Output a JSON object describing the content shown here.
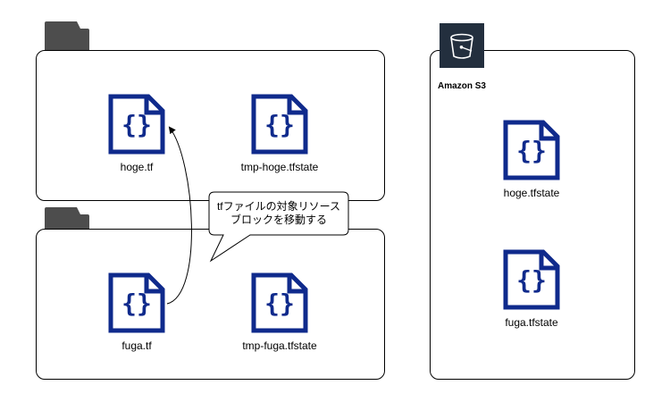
{
  "files": {
    "hoge_tf": "hoge.tf",
    "tmp_hoge_tfstate": "tmp-hoge.tfstate",
    "fuga_tf": "fuga.tf",
    "tmp_fuga_tfstate": "tmp-fuga.tfstate",
    "hoge_tfstate": "hoge.tfstate",
    "fuga_tfstate": "fuga.tfstate"
  },
  "s3": {
    "label": "Amazon S3",
    "badge_color": "#232f3e"
  },
  "callout": {
    "line1": "tfファイルの対象リソース",
    "line2": "ブロックを移動する"
  },
  "colors": {
    "file_icon": "#0f2a8c",
    "folder": "#4d4d4d",
    "border": "#000000"
  },
  "icons": {
    "file": "terraform-file-icon",
    "folder": "folder-icon",
    "bucket": "s3-bucket-icon"
  }
}
